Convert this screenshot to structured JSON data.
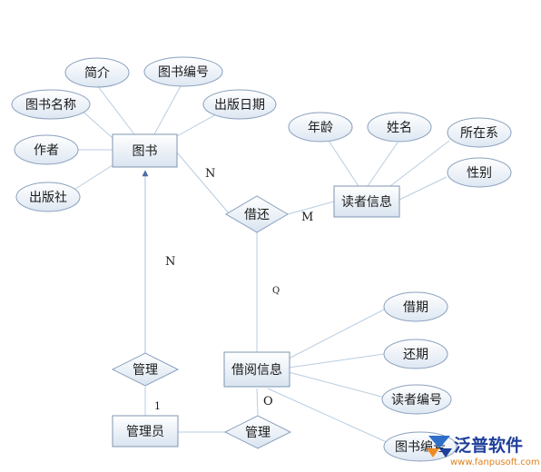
{
  "entities": {
    "book": "图书",
    "reader_info": "读者信息",
    "borrow_info": "借阅信息",
    "admin": "管理员"
  },
  "attributes": {
    "intro": "简介",
    "book_no": "图书编号",
    "book_name": "图书名称",
    "pub_date": "出版日期",
    "author": "作者",
    "publisher": "出版社",
    "age": "年龄",
    "name": "姓名",
    "dept": "所在系",
    "gender": "性别",
    "borrow_period": "借期",
    "return_period": "还期",
    "reader_no": "读者编号",
    "borrow_book_no": "图书编号"
  },
  "relationships": {
    "borrow_return": "借还",
    "manage_upper": "管理",
    "manage_lower": "管理"
  },
  "cardinalities": {
    "book_borrow": "N",
    "reader_borrow": "M",
    "borrow_to_info": "Q",
    "book_manage": "N",
    "admin_manage": "1",
    "info_manage": "O"
  },
  "watermark": {
    "brand": "泛普软件",
    "url": "www.fanpusoft.com"
  }
}
